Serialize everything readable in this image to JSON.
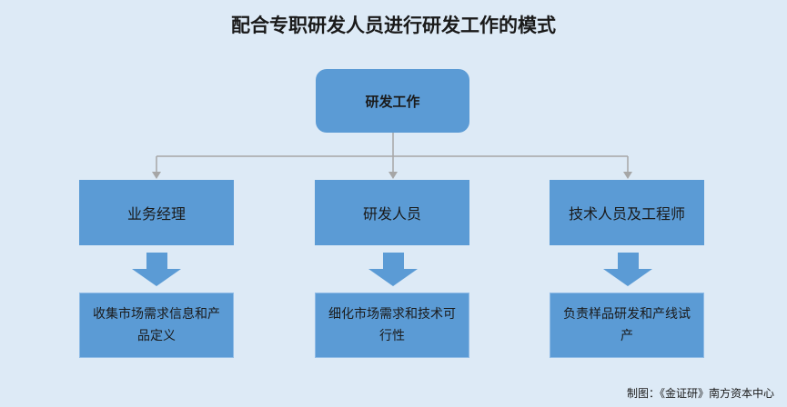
{
  "title": "配合专职研发人员进行研发工作的模式",
  "root": "研发工作",
  "roles": [
    {
      "label": "业务经理",
      "task": "收集市场需求信息和产品定义"
    },
    {
      "label": "研发人员",
      "task": "细化市场需求和技术可行性"
    },
    {
      "label": "技术人员及工程师",
      "task": "负责样品研发和产线试产"
    }
  ],
  "footer": "制图：《金证研》南方资本中心",
  "colors": {
    "background": "#ddeaf6",
    "box": "#5b9bd5",
    "connector": "#a6a6a6"
  }
}
